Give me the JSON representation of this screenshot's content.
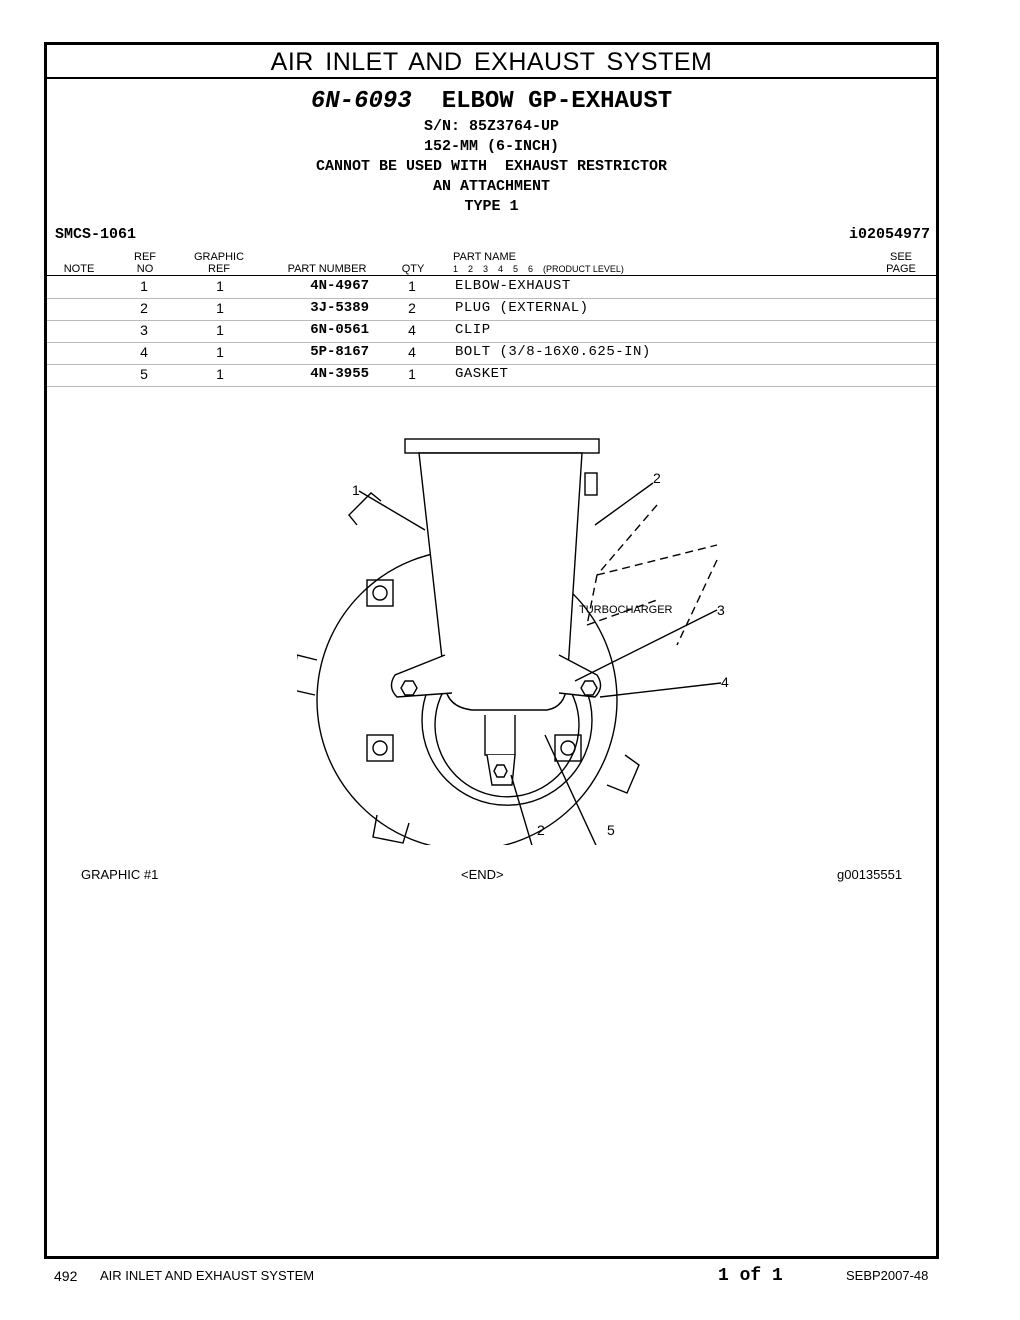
{
  "section_title": "AIR INLET AND EXHAUST SYSTEM",
  "group": {
    "part_number": "6N-6093",
    "name": "ELBOW GP-EXHAUST",
    "lines": [
      "S/N: 85Z3764-UP",
      "152-MM (6-INCH)",
      "CANNOT BE USED WITH  EXHAUST RESTRICTOR",
      "AN ATTACHMENT",
      "TYPE 1"
    ]
  },
  "smcs": "SMCS-1061",
  "ident": "i02054977",
  "columns": {
    "note": "NOTE",
    "ref_no_1": "REF",
    "ref_no_2": "NO",
    "graphic_ref_1": "GRAPHIC",
    "graphic_ref_2": "REF",
    "part_number": "PART NUMBER",
    "qty": "QTY",
    "part_name": "PART NAME",
    "product_level": "1    2    3    4    5    6    (PRODUCT LEVEL)",
    "see_page_1": "SEE",
    "see_page_2": "PAGE"
  },
  "parts": [
    {
      "ref": "1",
      "graphic": "1",
      "part_number": "4N-4967",
      "qty": "1",
      "name": "ELBOW-EXHAUST"
    },
    {
      "ref": "2",
      "graphic": "1",
      "part_number": "3J-5389",
      "qty": "2",
      "name": "PLUG (EXTERNAL)"
    },
    {
      "ref": "3",
      "graphic": "1",
      "part_number": "6N-0561",
      "qty": "4",
      "name": "CLIP"
    },
    {
      "ref": "4",
      "graphic": "1",
      "part_number": "5P-8167",
      "qty": "4",
      "name": "BOLT (3/8-16X0.625-IN)"
    },
    {
      "ref": "5",
      "graphic": "1",
      "part_number": "4N-3955",
      "qty": "1",
      "name": "GASKET"
    }
  ],
  "illustration": {
    "callouts": [
      "1",
      "2",
      "3",
      "4",
      "2",
      "5"
    ],
    "turbocharger_label": "TURBOCHARGER"
  },
  "graphic_caption": "GRAPHIC #1",
  "end_marker": "<END>",
  "graphic_id": "g00135551",
  "footer": {
    "page_number": "492",
    "section": "AIR INLET AND EXHAUST SYSTEM",
    "page_of": "1 of 1",
    "doc_id": "SEBP2007-48"
  }
}
